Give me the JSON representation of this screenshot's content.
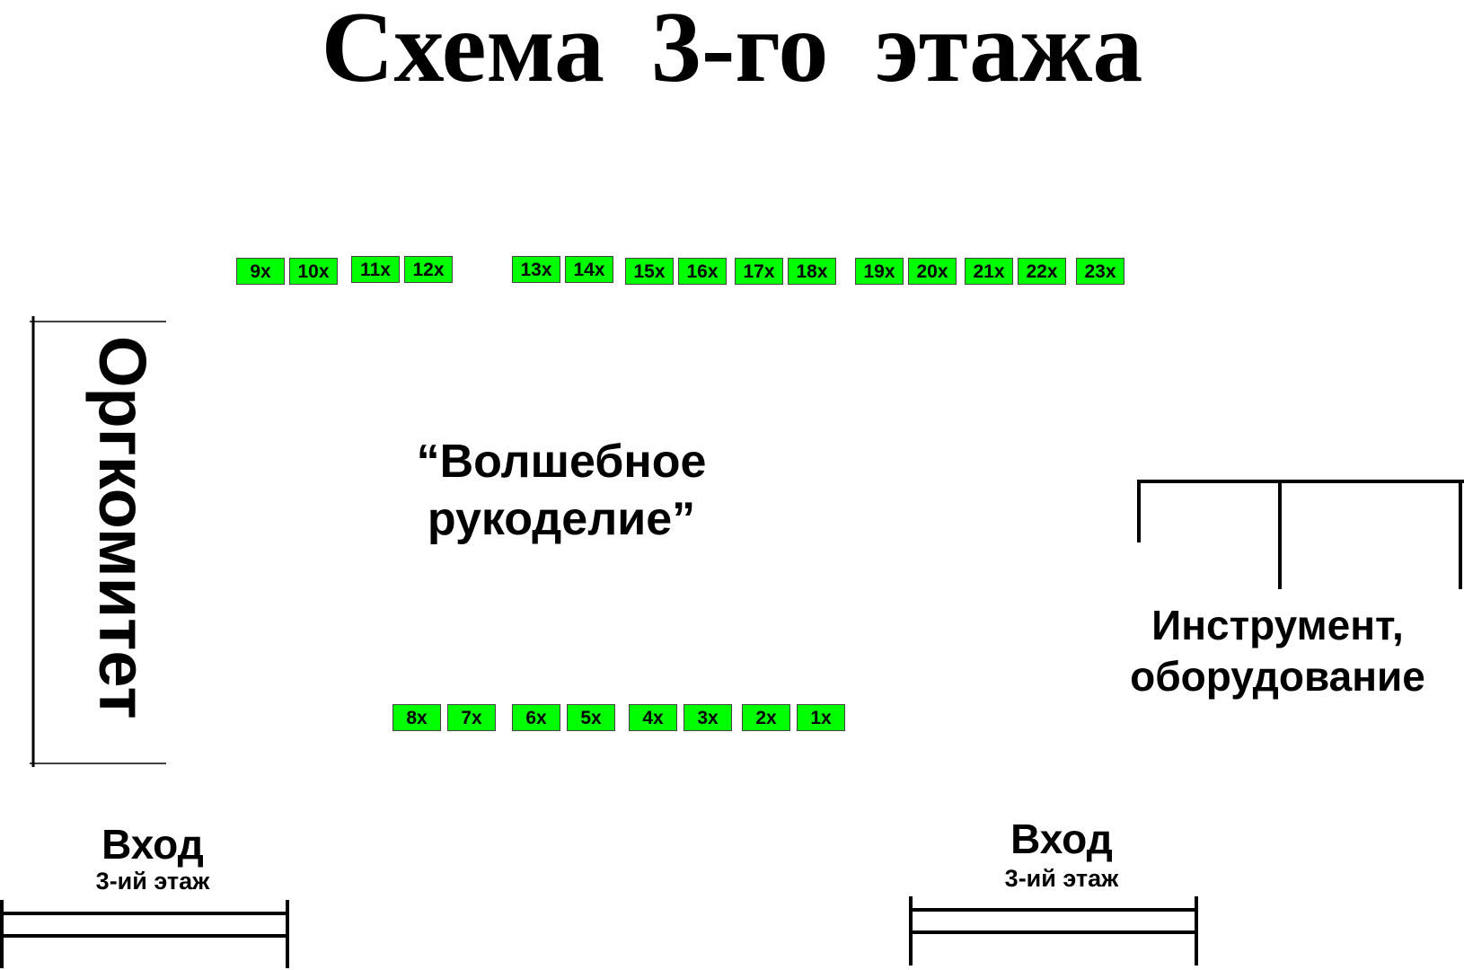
{
  "title": "Схема 3-го этажа",
  "hall": {
    "line1": "“Волшебное",
    "line2": "рукоделие”"
  },
  "orgcommittee": "Оргкомитет",
  "tools": {
    "line1": "Инструмент,",
    "line2": "оборудование"
  },
  "entrance_left": {
    "title": "Вход",
    "sub": "3-ий этаж"
  },
  "entrance_right": {
    "title": "Вход",
    "sub": "3-ий этаж"
  },
  "booths_top": [
    "9x",
    "10x",
    "11x",
    "12x",
    "13x",
    "14x",
    "15x",
    "16x",
    "17x",
    "18x",
    "19x",
    "20x",
    "21x",
    "22x",
    "23x"
  ],
  "booths_bottom": [
    "8x",
    "7x",
    "6x",
    "5x",
    "4x",
    "3x",
    "2x",
    "1x"
  ],
  "colors": {
    "booth_fill": "#00ff00",
    "line": "#000000",
    "background": "#ffffff"
  }
}
